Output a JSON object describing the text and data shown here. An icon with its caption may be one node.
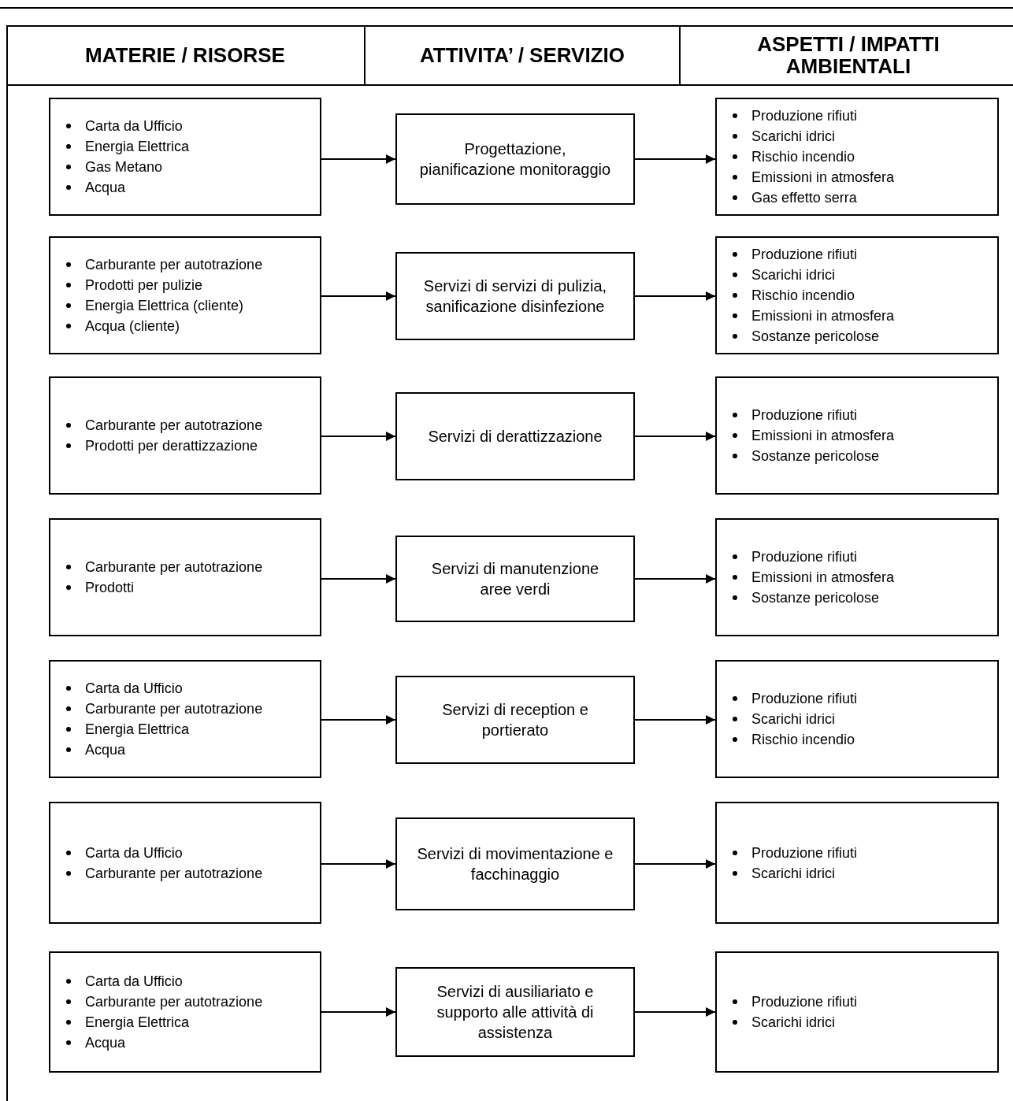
{
  "diagram": {
    "nodes": [
      {
        "text": [
          "Carta da Ufficio",
          "Energia Elettrica",
          "Gas Metano",
          "Acqua"
        ]
      },
      {
        "text": [
          "Progettazione, pianificazione monitoraggio"
        ]
      },
      {
        "text": [
          "Produzione rifiuti",
          "Scarichi idrici",
          "Rischio incendio",
          "Emissioni in atmosfera",
          "Gas effetto serra"
        ]
      },
      {
        "text": [
          "Carburante per autotrazione",
          "Prodotti per pulizie",
          "Energia Elettrica (cliente)",
          "Acqua (cliente)"
        ]
      },
      {
        "text": [
          "Servizi di servizi di pulizia, sanificazione disinfezione"
        ]
      },
      {
        "text": [
          "Produzione rifiuti",
          "Scarichi idrici",
          "Rischio incendio",
          "Emissioni in atmosfera",
          "Sostanze pericolose"
        ]
      },
      {
        "text": [
          "Carburante per autotrazione",
          "Prodotti per derattizzazione"
        ]
      },
      {
        "text": [
          "Servizi di derattizzazione"
        ]
      },
      {
        "text": [
          "Produzione rifiuti",
          "Emissioni in atmosfera",
          "Sostanze pericolose"
        ]
      },
      {
        "text": [
          "Carburante per autotrazione",
          "Prodotti"
        ]
      },
      {
        "text": [
          "Servizi di manutenzione aree verdi"
        ]
      },
      {
        "text": [
          "Produzione rifiuti",
          "Emissioni in atmosfera",
          "Sostanze pericolose"
        ]
      },
      {
        "text": [
          "Carta da Ufficio",
          "Carburante per autotrazione",
          "Energia Elettrica",
          "Acqua"
        ]
      },
      {
        "text": [
          "Servizi di reception e portierato"
        ]
      },
      {
        "text": [
          "Produzione rifiuti",
          "Scarichi idrici",
          "Rischio incendio"
        ]
      },
      {
        "text": [
          "Carta da Ufficio",
          "Carburante per autotrazione"
        ]
      },
      {
        "text": [
          "Servizi di movimentazione e facchinaggio"
        ]
      },
      {
        "text": [
          "Produzione rifiuti",
          "Scarichi idrici"
        ]
      },
      {
        "text": [
          "Carta da Ufficio",
          "Carburante per autotrazione",
          "Energia Elettrica",
          "Acqua"
        ]
      },
      {
        "text": [
          "Servizi di ausiliariato e supporto alle attività di assistenza"
        ]
      },
      {
        "text": [
          "Produzione rifiuti",
          "Scarichi idrici"
        ]
      }
    ],
    "edges": [
      {
        "from": 0,
        "to": 1,
        "arrow": "to"
      },
      {
        "from": 1,
        "to": 2,
        "arrow": "to"
      },
      {
        "from": 3,
        "to": 4,
        "arrow": "to"
      },
      {
        "from": 4,
        "to": 5,
        "arrow": "to"
      },
      {
        "from": 6,
        "to": 7,
        "arrow": "to"
      },
      {
        "from": 7,
        "to": 8,
        "arrow": "to"
      },
      {
        "from": 9,
        "to": 10,
        "arrow": "to"
      },
      {
        "from": 10,
        "to": 11,
        "arrow": "to"
      },
      {
        "from": 12,
        "to": 13,
        "arrow": "to"
      },
      {
        "from": 13,
        "to": 14,
        "arrow": "to"
      },
      {
        "from": 15,
        "to": 16,
        "arrow": "to"
      },
      {
        "from": 16,
        "to": 17,
        "arrow": "to"
      },
      {
        "from": 18,
        "to": 19,
        "arrow": "to"
      },
      {
        "from": 19,
        "to": 20,
        "arrow": "to"
      }
    ],
    "labels": [
      "MATERIE / RISORSE",
      "ATTIVITA’ / SERVIZIO",
      "ASPETTI / IMPATTI AMBIENTALI"
    ]
  }
}
